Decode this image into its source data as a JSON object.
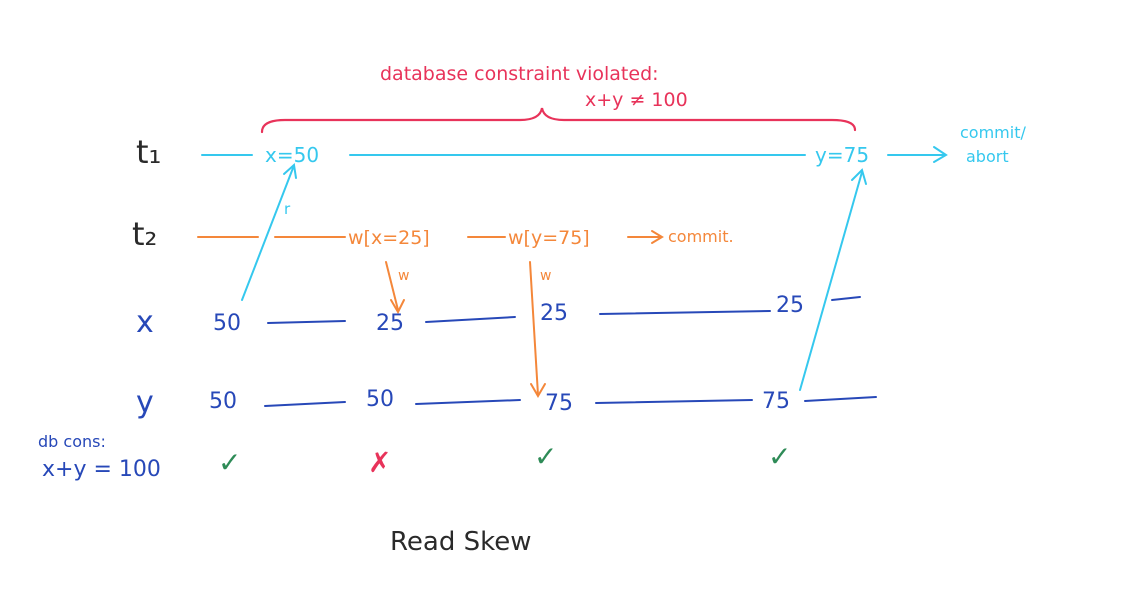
{
  "constraint_violation": {
    "line1": "database constraint violated:",
    "line2": "x+y ≠ 100"
  },
  "rows": {
    "t1": "t₁",
    "t2": "t₂",
    "x": "x",
    "y": "y"
  },
  "t1": {
    "read_x": "x=50",
    "read_y": "y=75",
    "end": "commit/ abort",
    "end_line1": "commit/",
    "end_line2": "abort",
    "read_label": "r"
  },
  "t2": {
    "write_x": "w[x=25]",
    "write_y": "w[y=75]",
    "end": "commit.",
    "write_label": "w"
  },
  "x_values": [
    "50",
    "25",
    "25",
    "25"
  ],
  "y_values": [
    "50",
    "50",
    "75",
    "75"
  ],
  "db_constraint": {
    "label_line1": "db cons:",
    "label_line2": "x+y = 100",
    "marks": [
      "✓",
      "✗",
      "✓",
      "✓"
    ],
    "mark_colors": [
      "#2e8b57",
      "#e8335a",
      "#2e8b57",
      "#2e8b57"
    ]
  },
  "caption": "Read Skew",
  "colors": {
    "red": "#e8335a",
    "cyan": "#35c8ee",
    "orange": "#f4873a",
    "blue": "#2748b8",
    "green": "#2e8b57",
    "black": "#2a2a2a"
  }
}
